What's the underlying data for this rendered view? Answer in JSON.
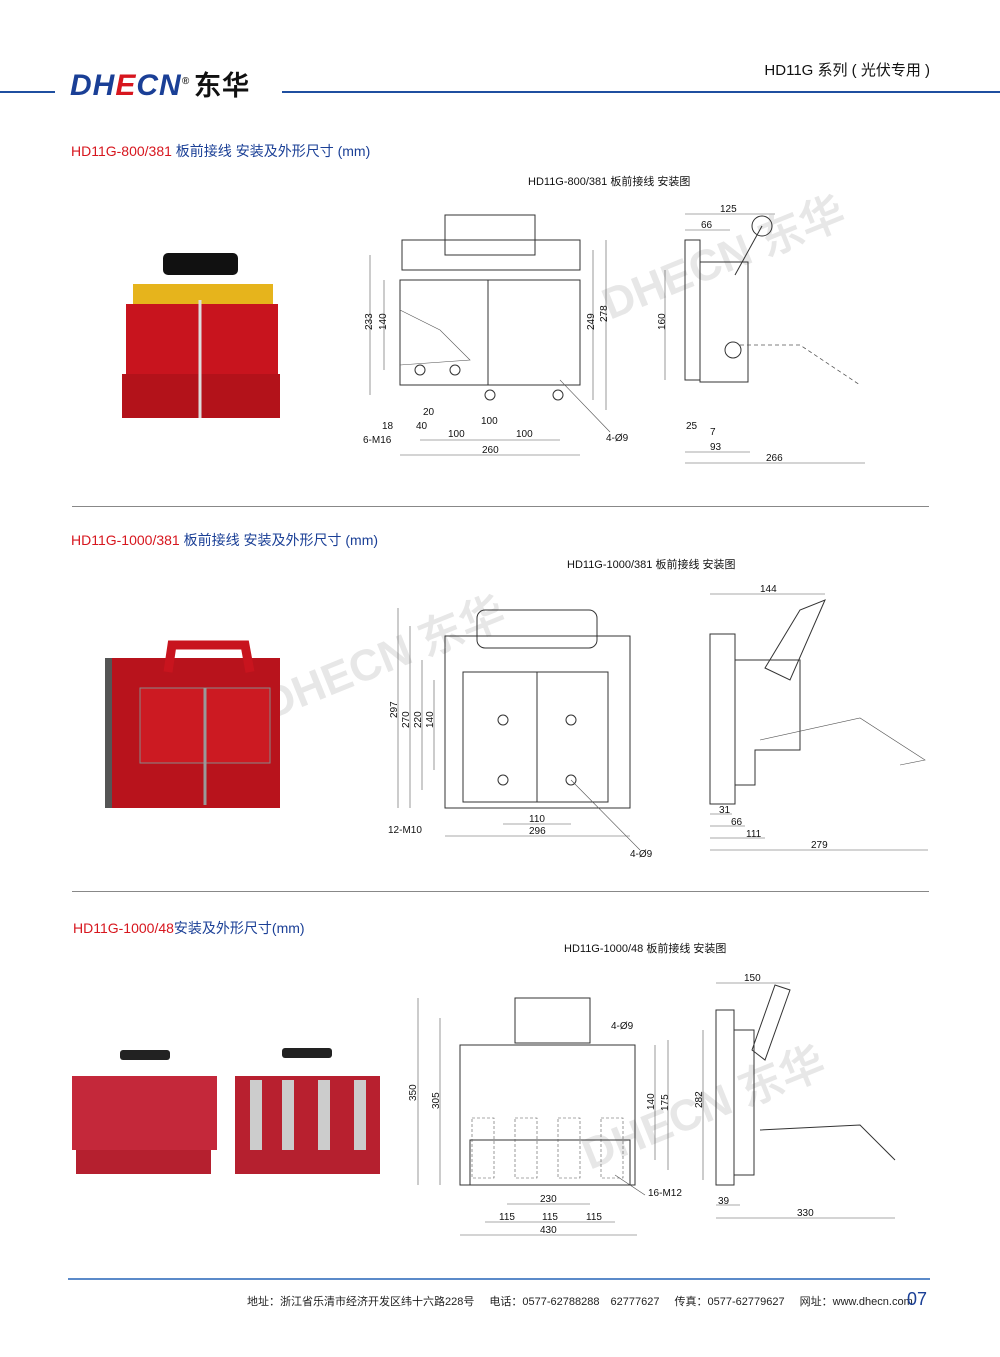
{
  "header": {
    "logo_latin": "DHECN",
    "logo_cn": "东华",
    "series": "HD11G 系列 ( 光伏专用 )"
  },
  "sections": [
    {
      "model": "HD11G-800/381",
      "title": " 板前接线 安装及外形尺寸 (mm)",
      "caption": "HD11G-800/381 板前接线 安装图",
      "dims": [
        "233",
        "140",
        "249",
        "278",
        "20",
        "18",
        "40",
        "6-M16",
        "100",
        "100",
        "100",
        "260",
        "4-Ø9",
        "125",
        "66",
        "160",
        "25",
        "7",
        "93",
        "266"
      ]
    },
    {
      "model": "HD11G-1000/381",
      "title": " 板前接线 安装及外形尺寸 (mm)",
      "caption": "HD11G-1000/381 板前接线 安装图",
      "dims": [
        "297",
        "270",
        "220",
        "140",
        "110",
        "296",
        "12-M10",
        "4-Ø9",
        "144",
        "31",
        "66",
        "111",
        "279"
      ]
    },
    {
      "model": "HD11G-1000/48",
      "title": "安装及外形尺寸(mm)",
      "caption": "HD11G-1000/48 板前接线 安装图",
      "dims": [
        "350",
        "305",
        "140",
        "175",
        "282",
        "4-Ø9",
        "16-M12",
        "230",
        "115",
        "115",
        "115",
        "430",
        "150",
        "39",
        "330"
      ]
    }
  ],
  "watermark": "DHECN 东华",
  "footer": {
    "address": "地址：浙江省乐清市经济开发区纬十六路228号",
    "phone": "电话：0577-62788288　62777627",
    "fax": "传真：0577-62779627",
    "web": "网址：www.dhecn.com",
    "page": "07"
  },
  "colors": {
    "brand_blue": "#1a3f96",
    "brand_red": "#d7161e"
  }
}
